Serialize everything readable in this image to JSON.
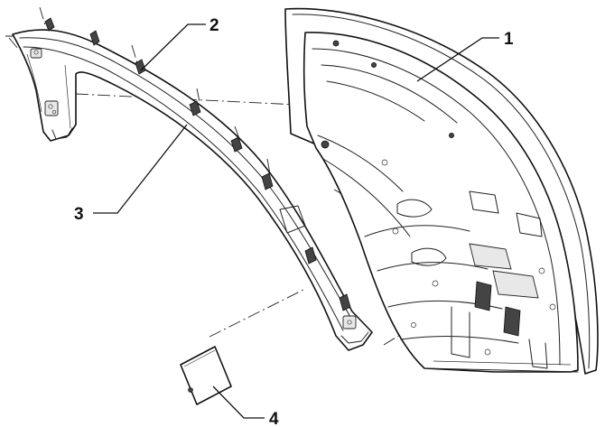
{
  "callouts": {
    "c1": "1",
    "c2": "2",
    "c3": "3",
    "c4": "4"
  },
  "parts": [
    {
      "id": "1",
      "icon": "tailgate-panel-icon"
    },
    {
      "id": "2",
      "icon": "clip-icon"
    },
    {
      "id": "3",
      "icon": "trim-strip-icon"
    },
    {
      "id": "4",
      "icon": "cover-plate-icon"
    }
  ]
}
